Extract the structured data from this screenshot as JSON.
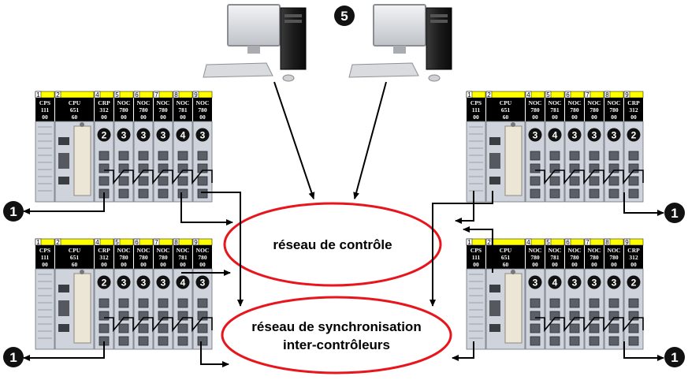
{
  "networks": {
    "control": "réseau de contrôle",
    "sync_line1": "réseau de synchronisation",
    "sync_line2": "inter-contrôleurs"
  },
  "badges": {
    "workstations": "5",
    "external": "1"
  },
  "racks": [
    {
      "id": "top-left",
      "slots": [
        {
          "num": "1",
          "lines": [
            "CPS",
            "111",
            "00"
          ],
          "badge": ""
        },
        {
          "num": "2",
          "lines": [
            "CPU",
            "651",
            "60"
          ],
          "badge": ""
        },
        {
          "num": "4",
          "lines": [
            "CRP",
            "312",
            "00"
          ],
          "badge": "2"
        },
        {
          "num": "5",
          "lines": [
            "NOC",
            "780",
            "00"
          ],
          "badge": "3"
        },
        {
          "num": "6",
          "lines": [
            "NOC",
            "780",
            "00"
          ],
          "badge": "3"
        },
        {
          "num": "7",
          "lines": [
            "NOC",
            "780",
            "00"
          ],
          "badge": "3"
        },
        {
          "num": "8",
          "lines": [
            "NOC",
            "781",
            "00"
          ],
          "badge": "4"
        },
        {
          "num": "9",
          "lines": [
            "NOC",
            "780",
            "00"
          ],
          "badge": "3"
        }
      ]
    },
    {
      "id": "bottom-left",
      "slots": [
        {
          "num": "1",
          "lines": [
            "CPS",
            "111",
            "00"
          ],
          "badge": ""
        },
        {
          "num": "2",
          "lines": [
            "CPU",
            "651",
            "60"
          ],
          "badge": ""
        },
        {
          "num": "4",
          "lines": [
            "CRP",
            "312",
            "00"
          ],
          "badge": "2"
        },
        {
          "num": "5",
          "lines": [
            "NOC",
            "780",
            "00"
          ],
          "badge": "3"
        },
        {
          "num": "6",
          "lines": [
            "NOC",
            "780",
            "00"
          ],
          "badge": "3"
        },
        {
          "num": "7",
          "lines": [
            "NOC",
            "780",
            "00"
          ],
          "badge": "3"
        },
        {
          "num": "8",
          "lines": [
            "NOC",
            "781",
            "00"
          ],
          "badge": "4"
        },
        {
          "num": "9",
          "lines": [
            "NOC",
            "780",
            "00"
          ],
          "badge": "3"
        }
      ]
    },
    {
      "id": "top-right",
      "slots": [
        {
          "num": "1",
          "lines": [
            "CPS",
            "111",
            "00"
          ],
          "badge": ""
        },
        {
          "num": "2",
          "lines": [
            "CPU",
            "651",
            "60"
          ],
          "badge": ""
        },
        {
          "num": "4",
          "lines": [
            "NOC",
            "780",
            "00"
          ],
          "badge": "3"
        },
        {
          "num": "5",
          "lines": [
            "NOC",
            "781",
            "00"
          ],
          "badge": "4"
        },
        {
          "num": "6",
          "lines": [
            "NOC",
            "780",
            "00"
          ],
          "badge": "3"
        },
        {
          "num": "7",
          "lines": [
            "NOC",
            "780",
            "00"
          ],
          "badge": "3"
        },
        {
          "num": "8",
          "lines": [
            "NOC",
            "780",
            "00"
          ],
          "badge": "3"
        },
        {
          "num": "9",
          "lines": [
            "CRP",
            "312",
            "00"
          ],
          "badge": "2"
        }
      ]
    },
    {
      "id": "bottom-right",
      "slots": [
        {
          "num": "1",
          "lines": [
            "CPS",
            "111",
            "00"
          ],
          "badge": ""
        },
        {
          "num": "2",
          "lines": [
            "CPU",
            "651",
            "60"
          ],
          "badge": ""
        },
        {
          "num": "4",
          "lines": [
            "NOC",
            "780",
            "00"
          ],
          "badge": "3"
        },
        {
          "num": "5",
          "lines": [
            "NOC",
            "781",
            "00"
          ],
          "badge": "4"
        },
        {
          "num": "6",
          "lines": [
            "NOC",
            "780",
            "00"
          ],
          "badge": "3"
        },
        {
          "num": "7",
          "lines": [
            "NOC",
            "780",
            "00"
          ],
          "badge": "3"
        },
        {
          "num": "8",
          "lines": [
            "NOC",
            "780",
            "00"
          ],
          "badge": "3"
        },
        {
          "num": "9",
          "lines": [
            "CRP",
            "312",
            "00"
          ],
          "badge": "2"
        }
      ]
    }
  ],
  "colors": {
    "ellipse_stroke": "#e8151c",
    "module_label_bg": "#000000",
    "module_top_strip": "#ffff00",
    "rack_body": "#cfd3dc",
    "badge_fill": "#111111"
  }
}
